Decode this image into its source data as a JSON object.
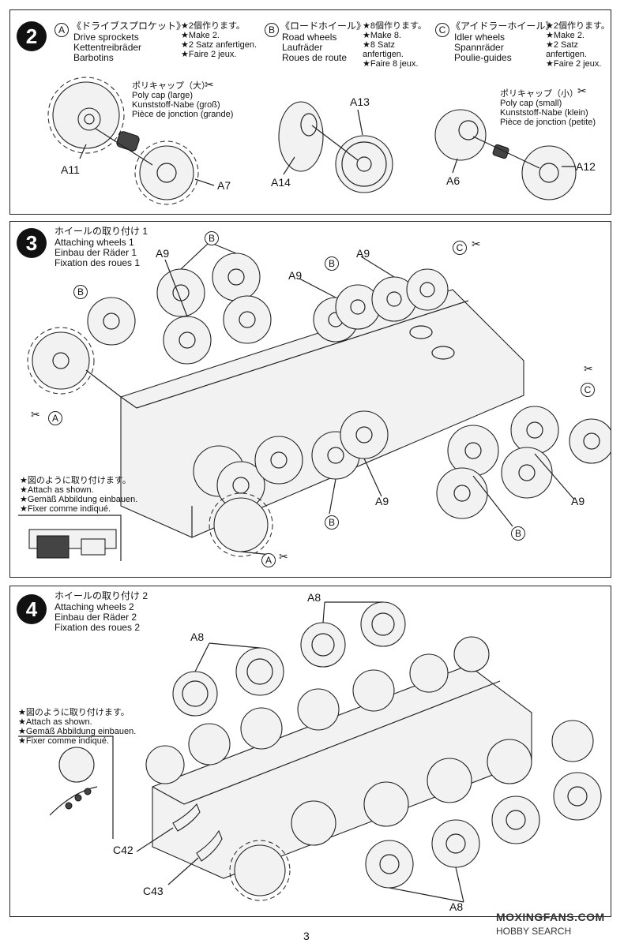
{
  "page_number": "3",
  "step2": {
    "number": "2",
    "col_a": {
      "letter": "A",
      "jp": "《ドライブスプロケット》",
      "en": "Drive sprockets",
      "de": "Kettentreibräder",
      "fr": "Barbotins",
      "qty_jp": "★2個作ります。",
      "qty_en": "★Make 2.",
      "qty_de": "★2 Satz anfertigen.",
      "qty_fr": "★Faire 2 jeux."
    },
    "col_b": {
      "letter": "B",
      "jp": "《ロードホイール》",
      "en": "Road wheels",
      "de": "Laufräder",
      "fr": "Roues de route",
      "qty_jp": "★8個作ります。",
      "qty_en": "★Make 8.",
      "qty_de1": "★8 Satz",
      "qty_de2": "anfertigen.",
      "qty_fr": "★Faire 8 jeux."
    },
    "col_c": {
      "letter": "C",
      "jp": "《アイドラーホイール》",
      "en": "Idler wheels",
      "de": "Spannräder",
      "fr": "Poulie-guides",
      "qty_jp": "★2個作ります。",
      "qty_en": "★Make 2.",
      "qty_de1": "★2 Satz",
      "qty_de2": "anfertigen.",
      "qty_fr": "★Faire 2 jeux."
    },
    "polycap_large": {
      "jp": "ポリキャップ（大）",
      "en": "Poly cap (large)",
      "de": "Kunststoff-Nabe (groß)",
      "fr": "Pièce de jonction (grande)"
    },
    "polycap_small": {
      "jp": "ポリキャップ（小）",
      "en": "Poly cap (small)",
      "de": "Kunststoff-Nabe (klein)",
      "fr": "Pièce de jonction (petite)"
    },
    "parts": {
      "a11": "A11",
      "a7": "A7",
      "a13": "A13",
      "a14": "A14",
      "a6": "A6",
      "a12": "A12"
    }
  },
  "step3": {
    "number": "3",
    "jp": "ホイールの取り付け 1",
    "en": "Attaching wheels 1",
    "de": "Einbau der Räder 1",
    "fr": "Fixation des roues 1",
    "note_jp": "★図のように取り付けます。",
    "note_en": "★Attach as shown.",
    "note_de": "★Gemäß Abbildung einbauen.",
    "note_fr": "★Fixer comme indiqué.",
    "labels": {
      "a9": "A9",
      "b": "B",
      "c": "C",
      "a": "A"
    }
  },
  "step4": {
    "number": "4",
    "jp": "ホイールの取り付け 2",
    "en": "Attaching wheels 2",
    "de": "Einbau der Räder 2",
    "fr": "Fixation des roues 2",
    "note_jp": "★図のように取り付けます。",
    "note_en": "★Attach as shown.",
    "note_de": "★Gemäß Abbildung einbauen.",
    "note_fr": "★Fixer comme indiqué.",
    "labels": {
      "a8": "A8",
      "c42": "C42",
      "c43": "C43"
    }
  },
  "watermark": {
    "line1": "MOXINGFANS.COM",
    "line2": "HOBBY SEARCH"
  },
  "icons": [
    "step-number-badge",
    "part-letter-circle",
    "scissors-icon",
    "drive-sprocket",
    "road-wheel",
    "idler-wheel",
    "poly-cap",
    "hull"
  ]
}
